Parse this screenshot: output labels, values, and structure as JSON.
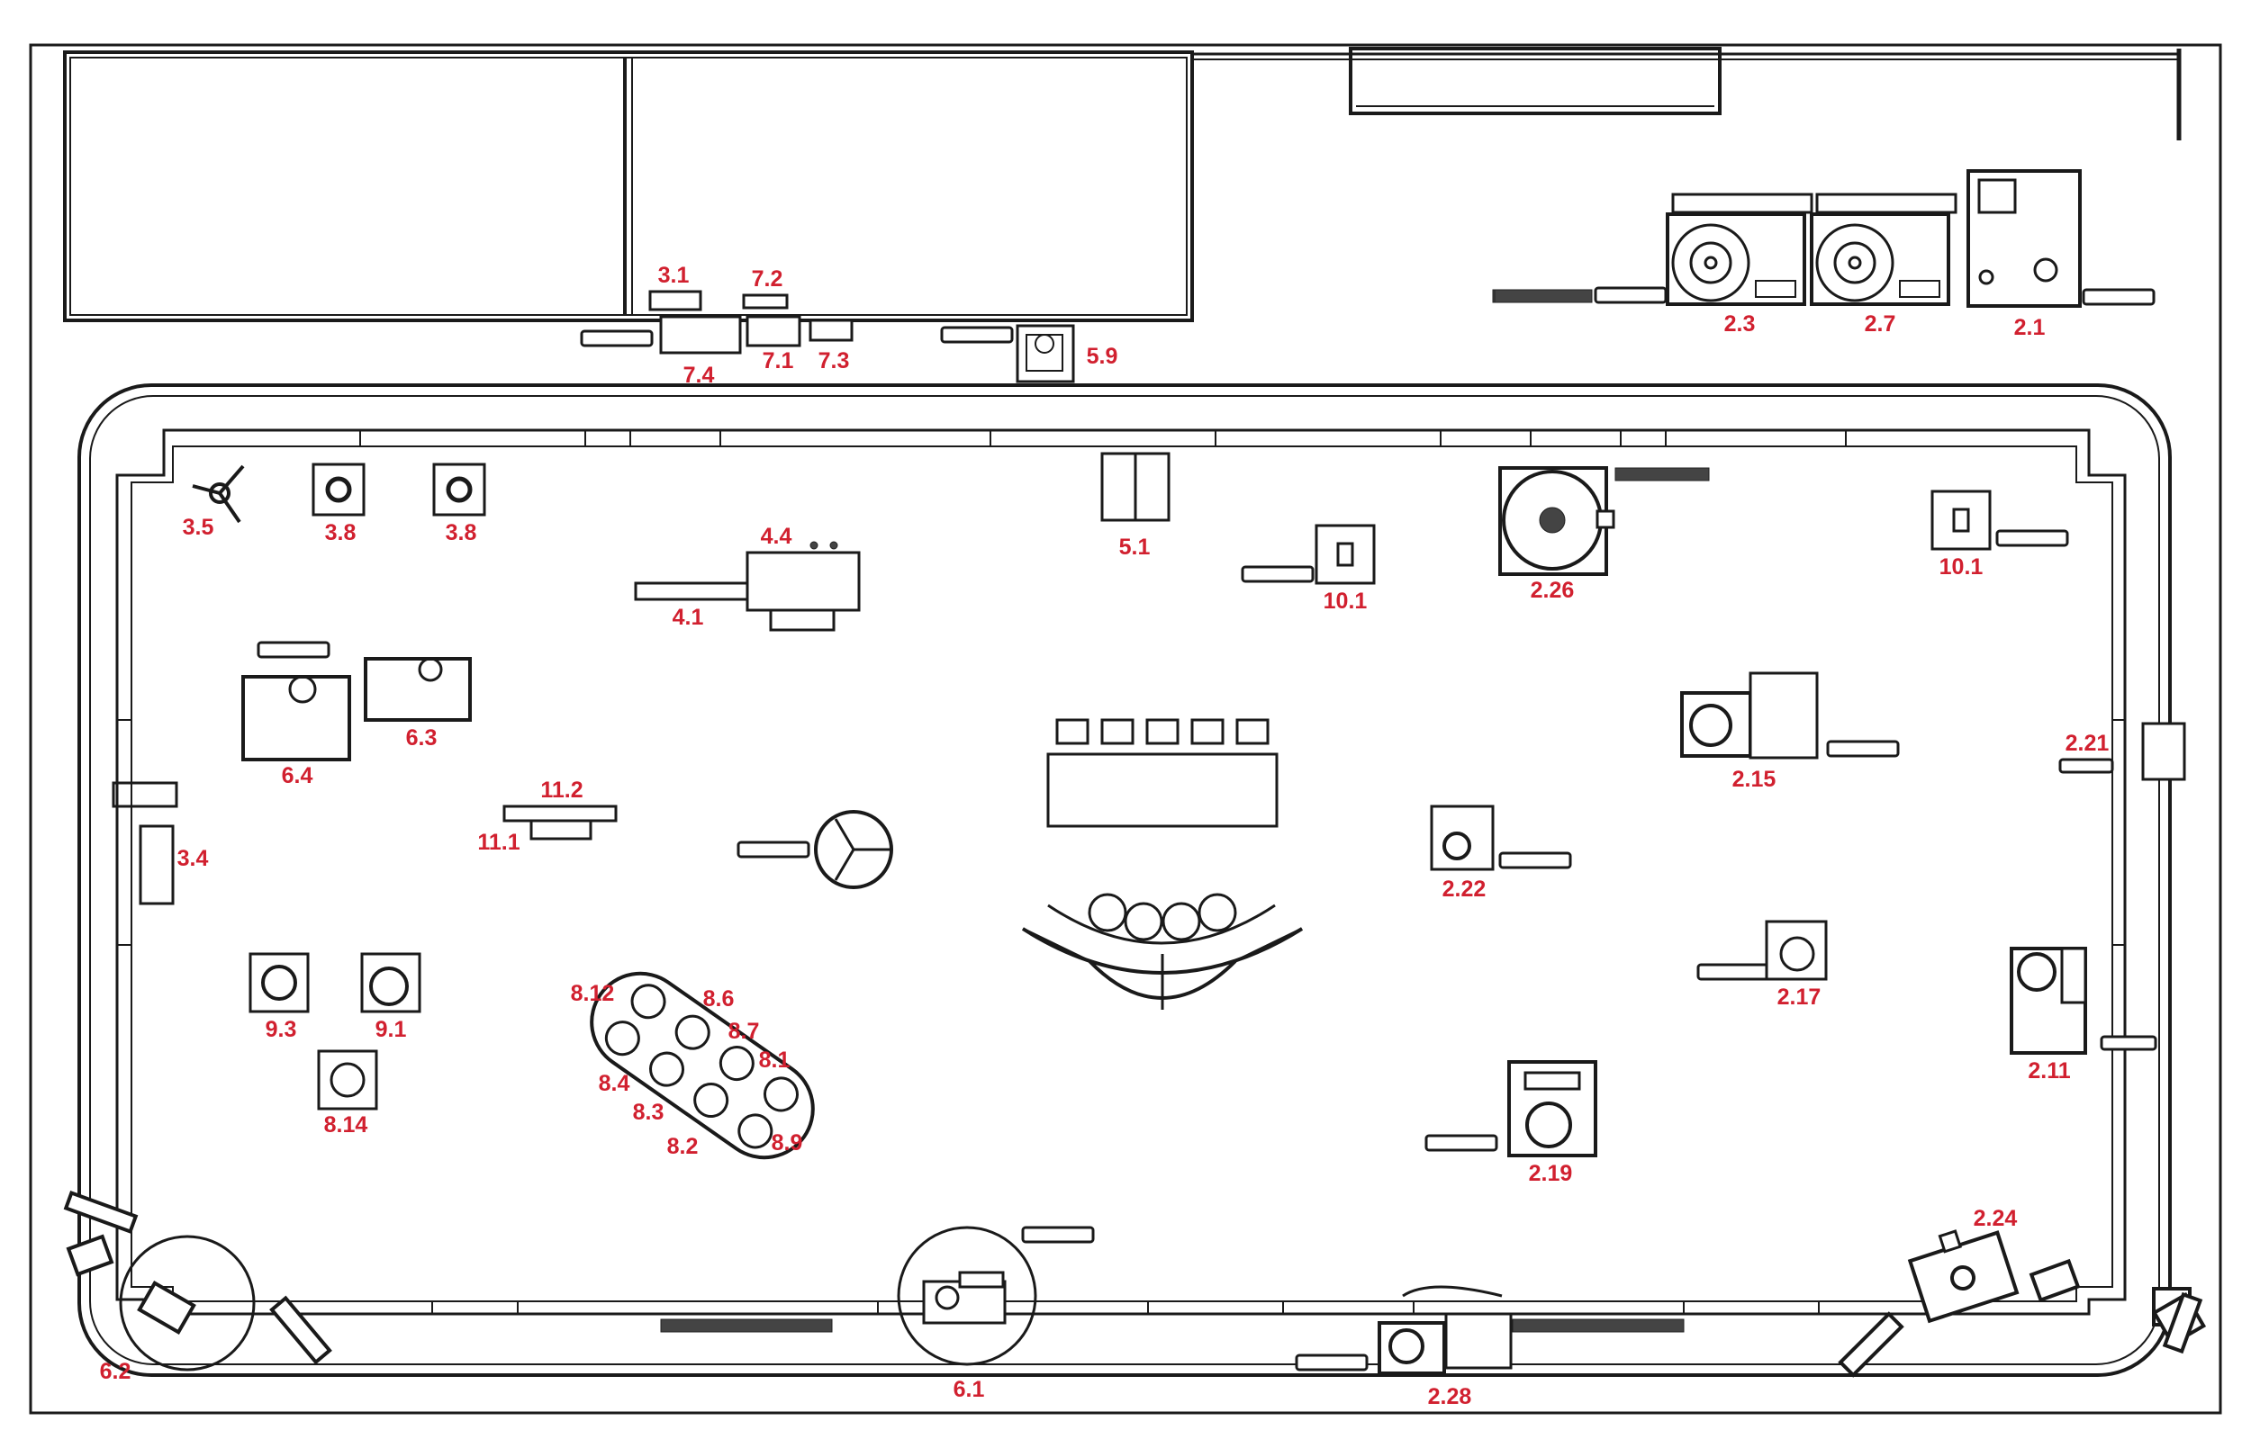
{
  "accent_color": "#d1202f",
  "labels": {
    "l_3_1": "3.1",
    "l_7_2": "7.2",
    "l_7_4": "7.4",
    "l_7_1": "7.1",
    "l_7_3": "7.3",
    "l_5_9": "5.9",
    "l_2_3": "2.3",
    "l_2_7": "2.7",
    "l_2_1": "2.1",
    "l_3_5": "3.5",
    "l_3_8a": "3.8",
    "l_3_8b": "3.8",
    "l_4_4": "4.4",
    "l_4_1": "4.1",
    "l_5_1": "5.1",
    "l_10_1a": "10.1",
    "l_2_26": "2.26",
    "l_10_1b": "10.1",
    "l_6_3": "6.3",
    "l_6_4": "6.4",
    "l_2_15": "2.15",
    "l_2_21": "2.21",
    "l_11_2": "11.2",
    "l_11_1": "11.1",
    "l_3_4": "3.4",
    "l_2_22": "2.22",
    "l_2_17": "2.17",
    "l_9_3": "9.3",
    "l_9_1": "9.1",
    "l_8_12": "8.12",
    "l_8_6": "8.6",
    "l_8_7": "8.7",
    "l_8_1": "8.1",
    "l_8_4": "8.4",
    "l_8_3": "8.3",
    "l_8_2": "8.2",
    "l_8_9": "8.9",
    "l_8_14": "8.14",
    "l_2_11": "2.11",
    "l_2_19": "2.19",
    "l_2_24": "2.24",
    "l_6_2": "6.2",
    "l_6_1": "6.1",
    "l_2_28": "2.28"
  }
}
